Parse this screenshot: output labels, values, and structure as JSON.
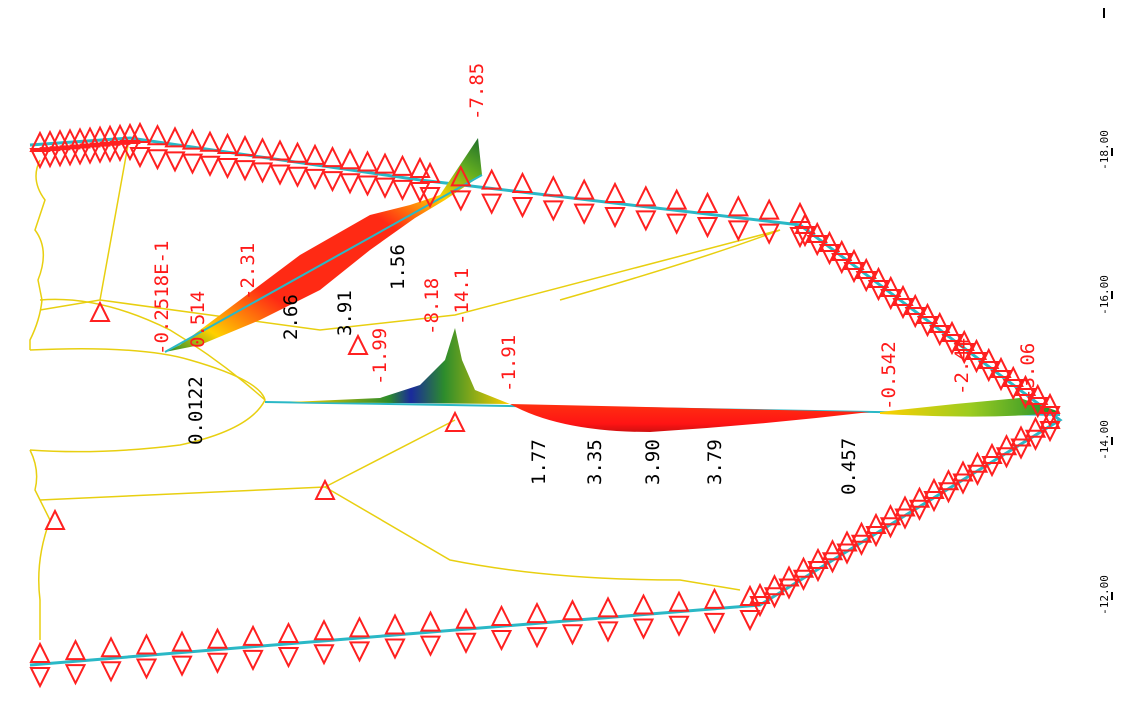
{
  "colors": {
    "support": "#ff2020",
    "boundary": "#2ab8c6",
    "contour": "#e8cf10",
    "positive_label": "#000000",
    "negative_label": "#ff1a1a",
    "fill_high": "#ff1414",
    "fill_mid": "#ffd000",
    "fill_low": "#1c8c2c",
    "fill_peak": "#1a2a9c"
  },
  "axis": {
    "ticks": [
      "-18.00",
      "-16.00",
      "-14.00",
      "-12.00"
    ]
  },
  "diagonal_member": {
    "labels": [
      "-0.2518E-1",
      "0.514",
      "-2.31",
      "2.66",
      "3.91",
      "1.56",
      "-7.85",
      "0.0122"
    ]
  },
  "center_member": {
    "labels": [
      "-8.18",
      "-14.1",
      "-1.99",
      "-1.91",
      "1.77",
      "3.35",
      "3.90",
      "3.79",
      "0.457",
      "-0.542",
      "-2.44",
      "-3.06"
    ]
  }
}
